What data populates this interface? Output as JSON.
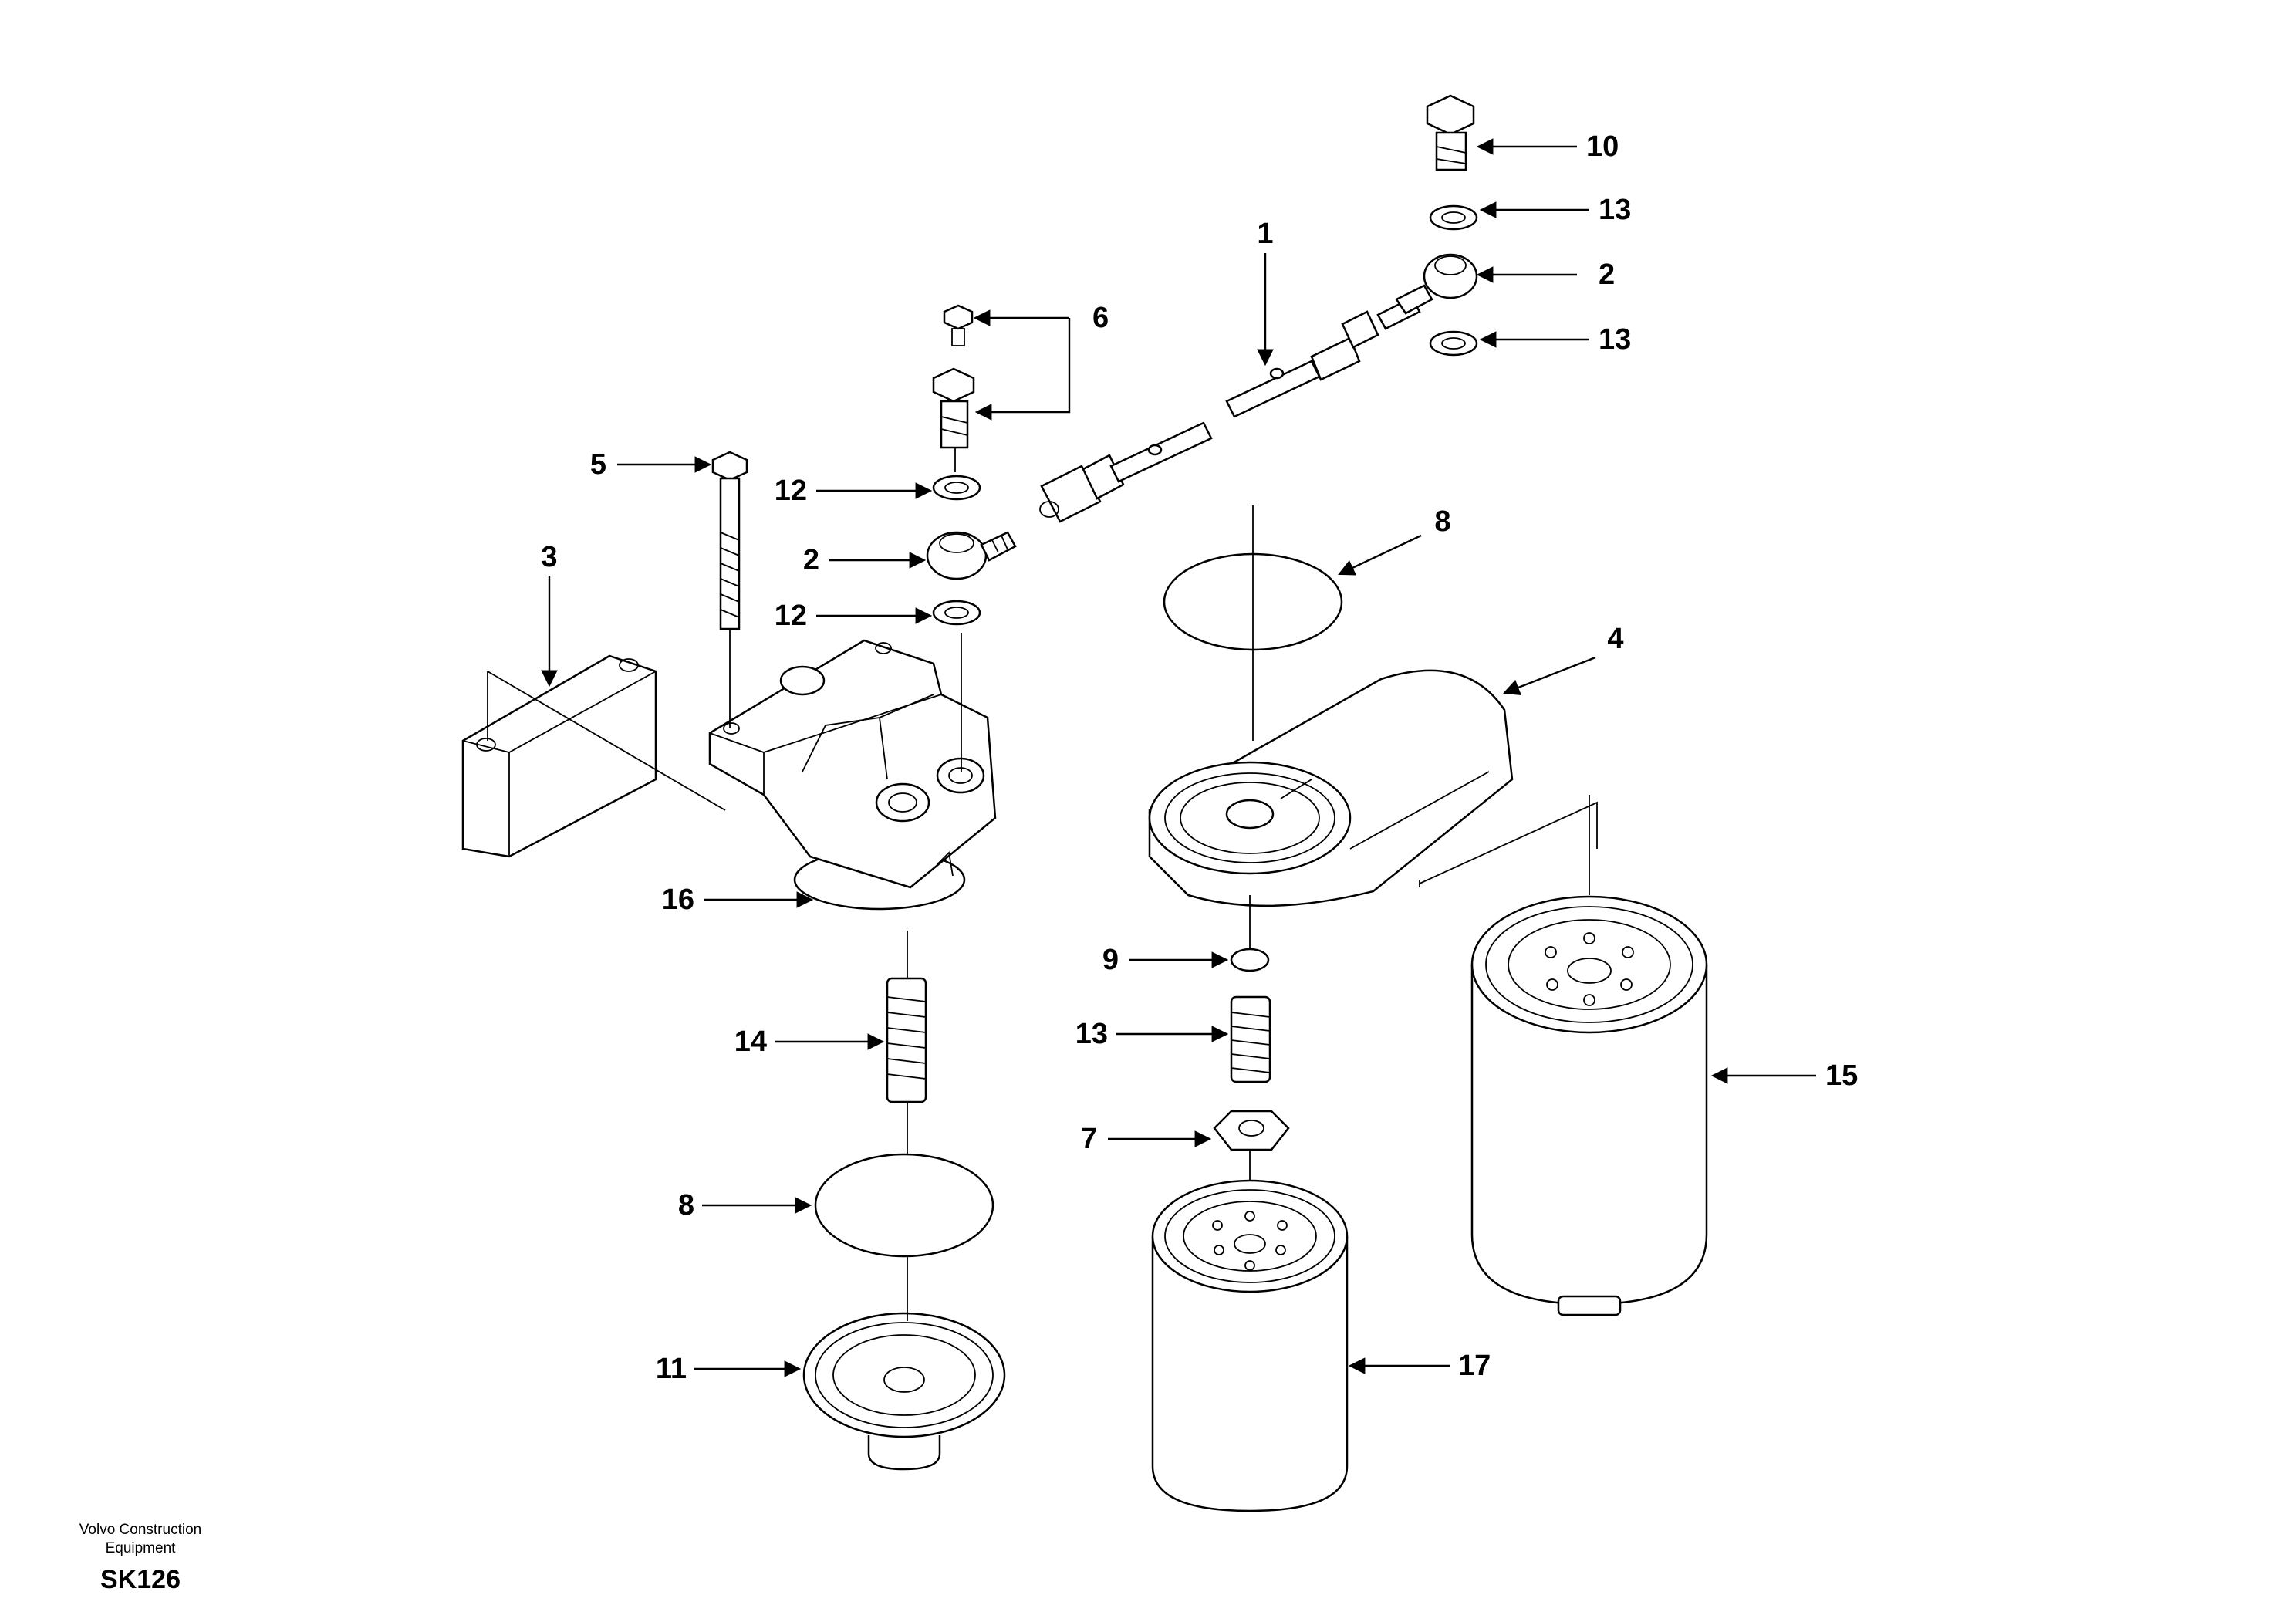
{
  "callouts": {
    "c1": "1",
    "c2a": "2",
    "c2b": "2",
    "c3": "3",
    "c4": "4",
    "c5": "5",
    "c6": "6",
    "c7": "7",
    "c8a": "8",
    "c8b": "8",
    "c9": "9",
    "c10": "10",
    "c11": "11",
    "c12a": "12",
    "c12b": "12",
    "c13a": "13",
    "c13b": "13",
    "c13c": "13",
    "c14": "14",
    "c15": "15",
    "c16": "16",
    "c17": "17"
  },
  "footer": {
    "company_line1": "Volvo Construction",
    "company_line2": "Equipment",
    "code": "SK126"
  }
}
